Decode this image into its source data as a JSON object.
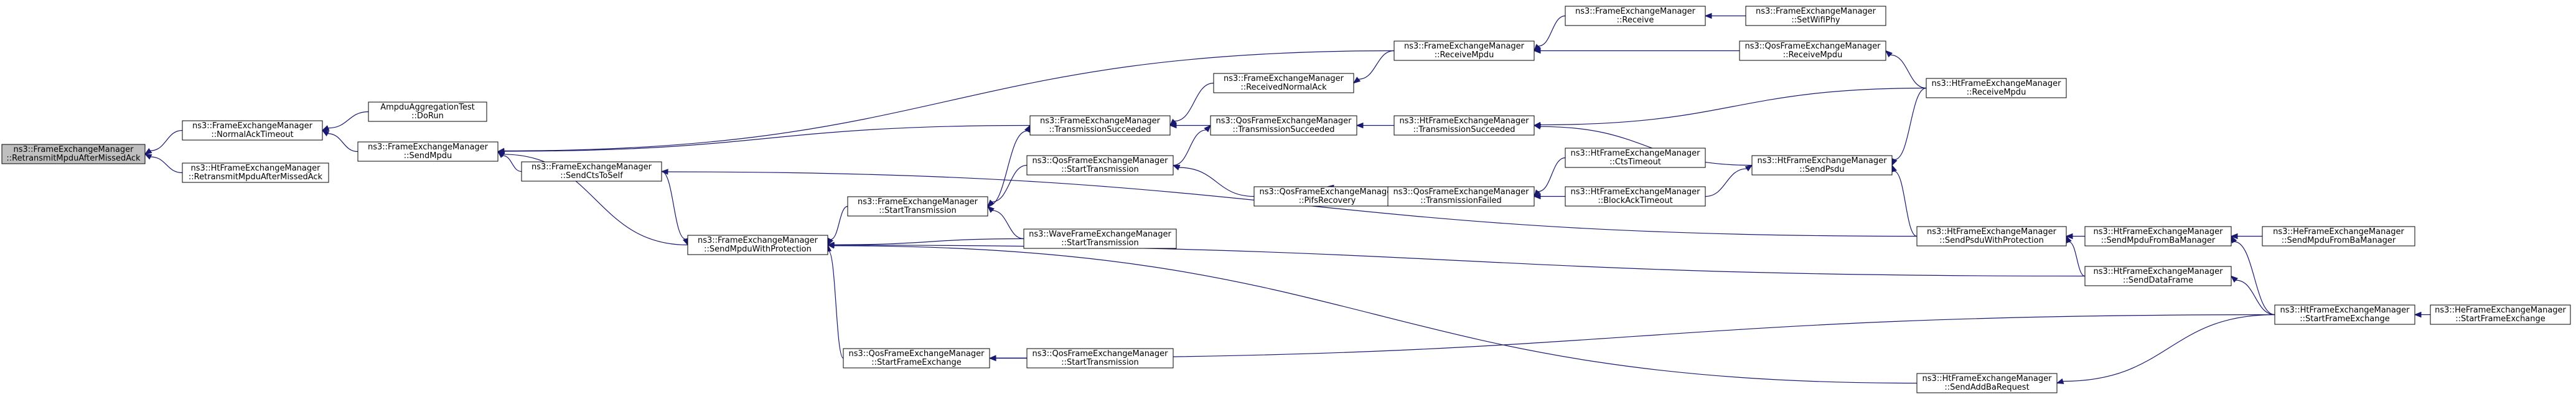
{
  "colors": {
    "node_fill": "#ffffff",
    "highlight_fill": "#bfbfbf",
    "border": "#000000",
    "edge": "#191970",
    "text": "#000000"
  },
  "nodes": [
    {
      "id": "n0",
      "highlight": true,
      "lines": [
        "ns3::FrameExchangeManager",
        "::RetransmitMpduAfterMissedAck"
      ]
    },
    {
      "id": "n1",
      "lines": [
        "ns3::FrameExchangeManager",
        "::NormalAckTimeout"
      ]
    },
    {
      "id": "n2",
      "lines": [
        "ns3::HtFrameExchangeManager",
        "::RetransmitMpduAfterMissedAck"
      ]
    },
    {
      "id": "n3",
      "lines": [
        "AmpduAggregationTest",
        "::DoRun"
      ]
    },
    {
      "id": "n4",
      "lines": [
        "ns3::FrameExchangeManager",
        "::SendMpdu"
      ]
    },
    {
      "id": "n5",
      "lines": [
        "ns3::FrameExchangeManager",
        "::ReceiveMpdu"
      ]
    },
    {
      "id": "n6",
      "lines": [
        "ns3::FrameExchangeManager",
        "::ReceivedNormalAck"
      ]
    },
    {
      "id": "n7",
      "lines": [
        "ns3::FrameExchangeManager",
        "::TransmissionSucceeded"
      ]
    },
    {
      "id": "n8",
      "lines": [
        "ns3::FrameExchangeManager",
        "::SendCtsToSelf"
      ]
    },
    {
      "id": "n9",
      "lines": [
        "ns3::FrameExchangeManager",
        "::SendMpduWithProtection"
      ]
    },
    {
      "id": "n10",
      "lines": [
        "ns3::FrameExchangeManager",
        "::StartTransmission"
      ]
    },
    {
      "id": "n11",
      "lines": [
        "ns3::QosFrameExchangeManager",
        "::StartFrameExchange"
      ]
    },
    {
      "id": "n12",
      "lines": [
        "ns3::QosFrameExchangeManager",
        "::StartTransmission"
      ]
    },
    {
      "id": "n13",
      "lines": [
        "ns3::WaveFrameExchangeManager",
        "::StartTransmission"
      ]
    },
    {
      "id": "n14",
      "lines": [
        "ns3::QosFrameExchangeManager",
        "::StartTransmission"
      ]
    },
    {
      "id": "n15",
      "lines": [
        "ns3::QosFrameExchangeManager",
        "::TransmissionSucceeded"
      ]
    },
    {
      "id": "n16",
      "lines": [
        "ns3::QosFrameExchangeManager",
        "::PifsRecovery"
      ]
    },
    {
      "id": "n17",
      "lines": [
        "ns3::FrameExchangeManager",
        "::Receive"
      ]
    },
    {
      "id": "n18",
      "lines": [
        "ns3::FrameExchangeManager",
        "::SetWifiPhy"
      ]
    },
    {
      "id": "n19",
      "lines": [
        "ns3::QosFrameExchangeManager",
        "::ReceiveMpdu"
      ]
    },
    {
      "id": "n20",
      "lines": [
        "ns3::HtFrameExchangeManager",
        "::TransmissionSucceeded"
      ]
    },
    {
      "id": "n21",
      "lines": [
        "ns3::QosFrameExchangeManager",
        "::TransmissionFailed"
      ]
    },
    {
      "id": "n22",
      "lines": [
        "ns3::HtFrameExchangeManager",
        "::CtsTimeout"
      ]
    },
    {
      "id": "n23",
      "lines": [
        "ns3::HtFrameExchangeManager",
        "::BlockAckTimeout"
      ]
    },
    {
      "id": "n24",
      "lines": [
        "ns3::HtFrameExchangeManager",
        "::ReceiveMpdu"
      ]
    },
    {
      "id": "n25",
      "lines": [
        "ns3::HtFrameExchangeManager",
        "::SendPsdu"
      ]
    },
    {
      "id": "n26",
      "lines": [
        "ns3::HtFrameExchangeManager",
        "::SendPsduWithProtection"
      ]
    },
    {
      "id": "n27",
      "lines": [
        "ns3::HtFrameExchangeManager",
        "::SendAddBaRequest"
      ]
    },
    {
      "id": "n28",
      "lines": [
        "ns3::HtFrameExchangeManager",
        "::SendMpduFromBaManager"
      ]
    },
    {
      "id": "n29",
      "lines": [
        "ns3::HtFrameExchangeManager",
        "::SendDataFrame"
      ]
    },
    {
      "id": "n30",
      "lines": [
        "ns3::HtFrameExchangeManager",
        "::StartFrameExchange"
      ]
    },
    {
      "id": "n31",
      "lines": [
        "ns3::HeFrameExchangeManager",
        "::SendMpduFromBaManager"
      ]
    },
    {
      "id": "n32",
      "lines": [
        "ns3::HeFrameExchangeManager",
        "::StartFrameExchange"
      ]
    }
  ],
  "edges": [
    {
      "from": "n1",
      "to": "n0"
    },
    {
      "from": "n2",
      "to": "n0"
    },
    {
      "from": "n3",
      "to": "n1"
    },
    {
      "from": "n4",
      "to": "n1"
    },
    {
      "from": "n5",
      "to": "n4"
    },
    {
      "from": "n7",
      "to": "n4"
    },
    {
      "from": "n8",
      "to": "n4"
    },
    {
      "from": "n9",
      "to": "n4"
    },
    {
      "from": "n6",
      "to": "n7"
    },
    {
      "from": "n15",
      "to": "n7"
    },
    {
      "from": "n10",
      "to": "n7"
    },
    {
      "from": "n5",
      "to": "n6"
    },
    {
      "from": "n17",
      "to": "n5"
    },
    {
      "from": "n18",
      "to": "n17"
    },
    {
      "from": "n19",
      "to": "n5"
    },
    {
      "from": "n24",
      "to": "n19"
    },
    {
      "from": "n20",
      "to": "n15"
    },
    {
      "from": "n12",
      "to": "n15"
    },
    {
      "from": "n24",
      "to": "n20"
    },
    {
      "from": "n25",
      "to": "n20"
    },
    {
      "from": "n24",
      "to": "n25"
    },
    {
      "from": "n23",
      "to": "n25"
    },
    {
      "from": "n26",
      "to": "n25"
    },
    {
      "from": "n10",
      "to": "n9"
    },
    {
      "from": "n13",
      "to": "n9"
    },
    {
      "from": "n11",
      "to": "n9"
    },
    {
      "from": "n8",
      "to": "n9"
    },
    {
      "from": "n26",
      "to": "n8"
    },
    {
      "from": "n29",
      "to": "n9"
    },
    {
      "from": "n27",
      "to": "n9"
    },
    {
      "from": "n12",
      "to": "n10"
    },
    {
      "from": "n13",
      "to": "n10"
    },
    {
      "from": "n16",
      "to": "n12"
    },
    {
      "from": "n21",
      "to": "n16"
    },
    {
      "from": "n22",
      "to": "n21"
    },
    {
      "from": "n23",
      "to": "n21"
    },
    {
      "from": "n14",
      "to": "n11"
    },
    {
      "from": "n30",
      "to": "n11"
    },
    {
      "from": "n28",
      "to": "n26"
    },
    {
      "from": "n29",
      "to": "n26"
    },
    {
      "from": "n31",
      "to": "n28"
    },
    {
      "from": "n30",
      "to": "n28"
    },
    {
      "from": "n30",
      "to": "n29"
    },
    {
      "from": "n32",
      "to": "n30"
    },
    {
      "from": "n30",
      "to": "n27"
    }
  ]
}
